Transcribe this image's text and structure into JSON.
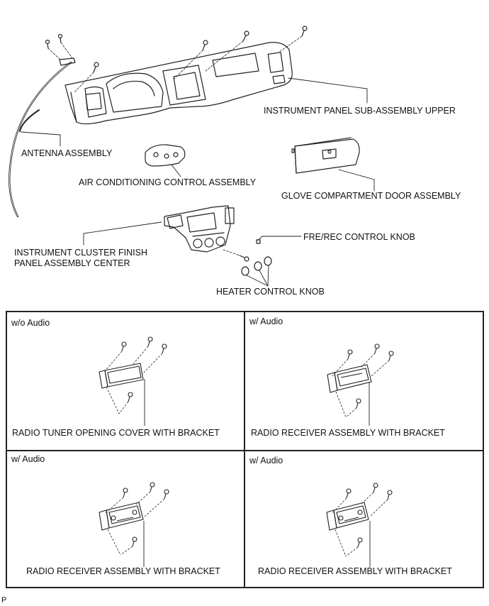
{
  "diagram": {
    "labels": {
      "instrument_panel_upper": "INSTRUMENT PANEL SUB-ASSEMBLY UPPER",
      "antenna": "ANTENNA ASSEMBLY",
      "ac_control": "AIR CONDITIONING CONTROL ASSEMBLY",
      "glove_door": "GLOVE COMPARTMENT DOOR ASSEMBLY",
      "fre_rec_knob": "FRE/REC CONTROL KNOB",
      "cluster_finish_line1": "INSTRUMENT CLUSTER FINISH",
      "cluster_finish_line2": "PANEL ASSEMBLY CENTER",
      "heater_knob": "HEATER CONTROL KNOB"
    },
    "variants": [
      {
        "condition": "w/o Audio",
        "caption": "RADIO TUNER OPENING COVER WITH BRACKET"
      },
      {
        "condition": "w/ Audio",
        "caption": "RADIO RECEIVER ASSEMBLY WITH BRACKET"
      },
      {
        "condition": "w/ Audio",
        "caption": "RADIO RECEIVER ASSEMBLY WITH BRACKET"
      },
      {
        "condition": "w/ Audio",
        "caption": "RADIO RECEIVER ASSEMBLY WITH BRACKET"
      }
    ],
    "footer_code": "P"
  }
}
